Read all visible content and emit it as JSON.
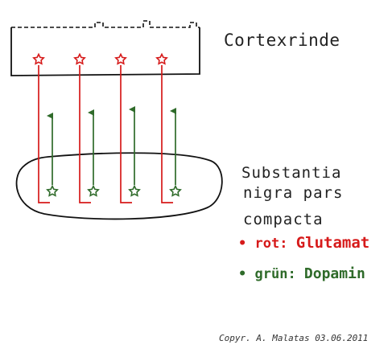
{
  "labels": {
    "cortex": "Cortexrinde",
    "nucleus_line1": "Substantia",
    "nucleus_line2": "nigra pars",
    "nucleus_line3": "compacta"
  },
  "legend": [
    {
      "bullet": "•",
      "prefix": "rot: ",
      "name": "Glutamat",
      "color": "#d61a1a"
    },
    {
      "bullet": "•",
      "prefix": "grün: ",
      "name": "Dopamin",
      "color": "#2f6b2a"
    }
  ],
  "copyright": "Copyr. A. Malatas      03.06.2011",
  "neuron_count": 4,
  "icons": {
    "glutamate_neuron": "red-star-icon",
    "dopamine_neuron": "green-star-icon",
    "projection": "arrow-up-icon"
  }
}
